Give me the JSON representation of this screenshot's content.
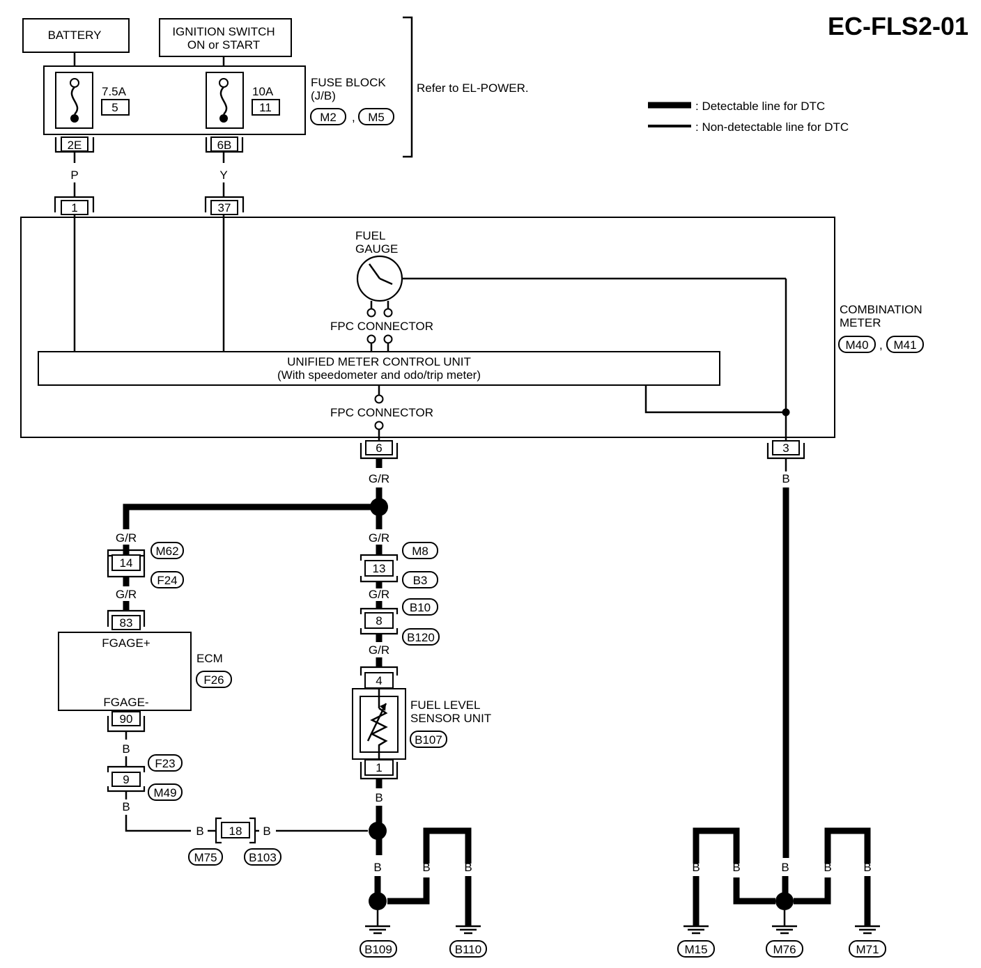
{
  "title": "EC-FLS2-01",
  "power": {
    "battery": "BATTERY",
    "ignition_line1": "IGNITION SWITCH",
    "ignition_line2": "ON or START"
  },
  "fuse_block": {
    "label_line1": "FUSE BLOCK",
    "label_line2": "(J/B)",
    "connectors": [
      "M2",
      "M5"
    ],
    "fuse1_amp": "7.5A",
    "fuse1_num": "5",
    "fuse2_amp": "10A",
    "fuse2_num": "11",
    "term1": "2E",
    "term2": "6B",
    "refer": "Refer to EL-POWER."
  },
  "legend": {
    "detectable": ": Detectable line for DTC",
    "non_detectable": ": Non-detectable line for DTC"
  },
  "combination_meter": {
    "label_line1": "COMBINATION",
    "label_line2": "METER",
    "connectors": [
      "M40",
      "M41"
    ],
    "fuel_gauge_line1": "FUEL",
    "fuel_gauge_line2": "GAUGE",
    "fpc_connector_top": "FPC CONNECTOR",
    "fpc_connector_bottom": "FPC CONNECTOR",
    "unit_line1": "UNIFIED METER CONTROL UNIT",
    "unit_line2": "(With speedometer and odo/trip meter)",
    "pin_p": "1",
    "pin_y": "37",
    "pin_out": "6",
    "pin_gnd": "3"
  },
  "wires": {
    "p": "P",
    "y": "Y",
    "gr": "G/R",
    "b": "B"
  },
  "ecm": {
    "label": "ECM",
    "connector": "F26",
    "pin_in": "83",
    "pin_out": "90",
    "fgage_plus": "FGAGE+",
    "fgage_minus": "FGAGE-"
  },
  "left_conn_14": {
    "pin": "14",
    "top": "M62",
    "bottom": "F24"
  },
  "left_conn_9": {
    "pin": "9",
    "top": "F23",
    "bottom": "M49"
  },
  "conn_13": {
    "pin": "13",
    "top": "M8",
    "bottom": "B3"
  },
  "conn_8": {
    "pin": "8",
    "top": "B10",
    "bottom": "B120"
  },
  "conn_18": {
    "pin": "18",
    "left": "M75",
    "right": "B103"
  },
  "sensor": {
    "label_line1": "FUEL LEVEL",
    "label_line2": "SENSOR UNIT",
    "connector": "B107",
    "pin_top": "4",
    "pin_bottom": "1"
  },
  "grounds": [
    "B109",
    "B110",
    "M15",
    "M76",
    "M71"
  ]
}
